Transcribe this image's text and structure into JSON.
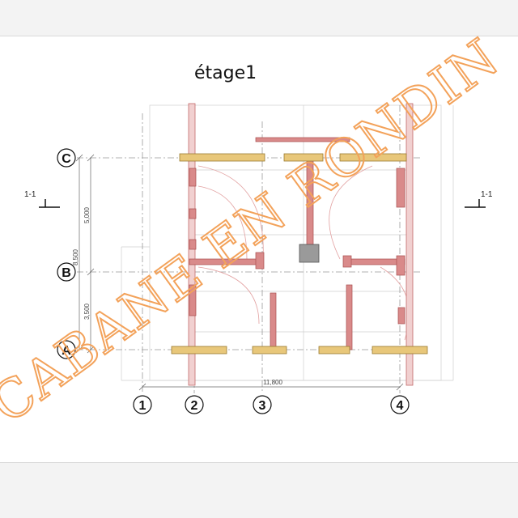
{
  "title": "étage1",
  "section_marker": "1-1",
  "axes": {
    "rows": [
      "C",
      "B",
      "A"
    ],
    "columns": [
      "1",
      "2",
      "3",
      "4"
    ]
  },
  "dimensions": {
    "total_width": "11,800",
    "total_depth": "8,500",
    "span_cb": "5,000",
    "span_ba": "3,500"
  },
  "watermark": "CABANE EN RONDIN",
  "colors": {
    "wall": "#d98a8a",
    "beam": "#e8c77a",
    "watermark": "#f3a25a",
    "grid": "#999999"
  }
}
